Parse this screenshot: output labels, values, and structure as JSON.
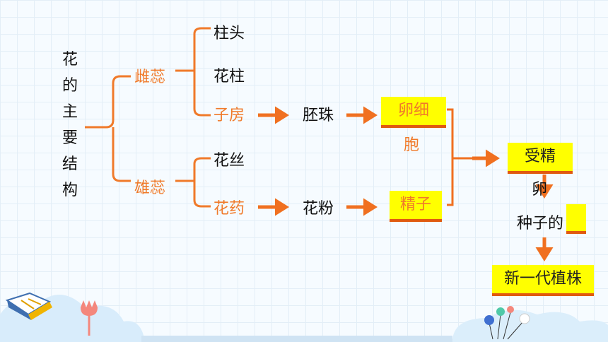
{
  "main": {
    "vertical_title": [
      "花",
      "的",
      "主",
      "要",
      "结",
      "构"
    ],
    "pistil": "雌蕊",
    "stamen": "雄蕊",
    "stigma": "柱头",
    "style": "花柱",
    "ovary": "子房",
    "ovule": "胚珠",
    "egg_cell_line1": "卵细",
    "egg_cell_line2": "胞",
    "filament": "花丝",
    "anther": "花药",
    "pollen": "花粉",
    "sperm": "精子",
    "fertilized": "受精",
    "seed_line1": "卵",
    "seed_line2": "种子的",
    "new_plant": "新一代植株"
  },
  "colors": {
    "accent": "#f07a2a",
    "highlight": "#ffff00",
    "arrow": "#f07020"
  }
}
